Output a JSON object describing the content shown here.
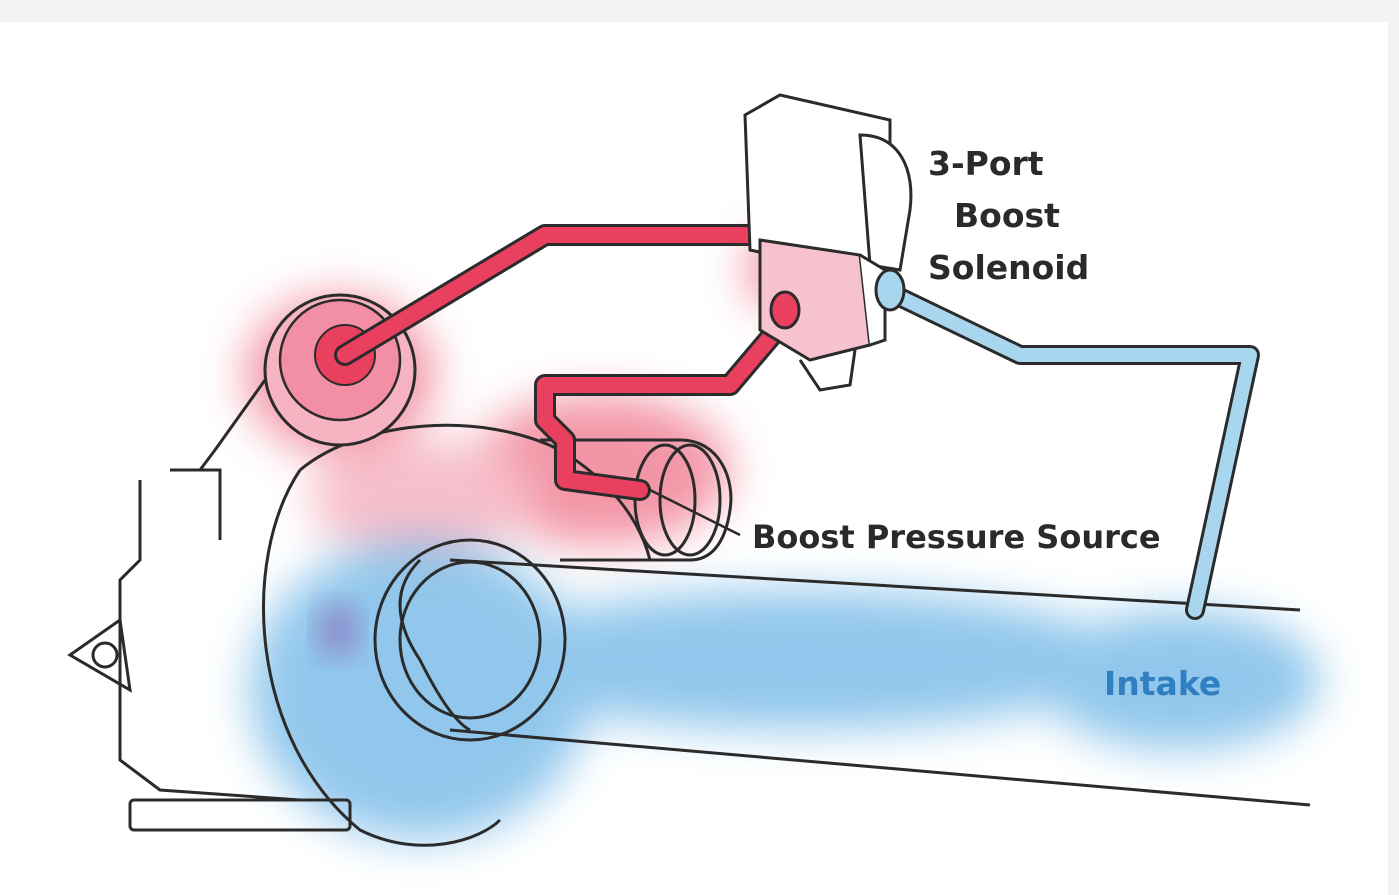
{
  "diagram": {
    "labels": {
      "solenoid": [
        "3-Port",
        "Boost",
        "Solenoid"
      ],
      "boost_source": "Boost Pressure Source",
      "intake": "Intake"
    },
    "colors": {
      "boost": "#e8405e",
      "intake": "#4aa3e0",
      "outline": "#2b2b2b",
      "label_text": "#2a2a2a",
      "intake_label_text": "#2f7fc1"
    }
  }
}
